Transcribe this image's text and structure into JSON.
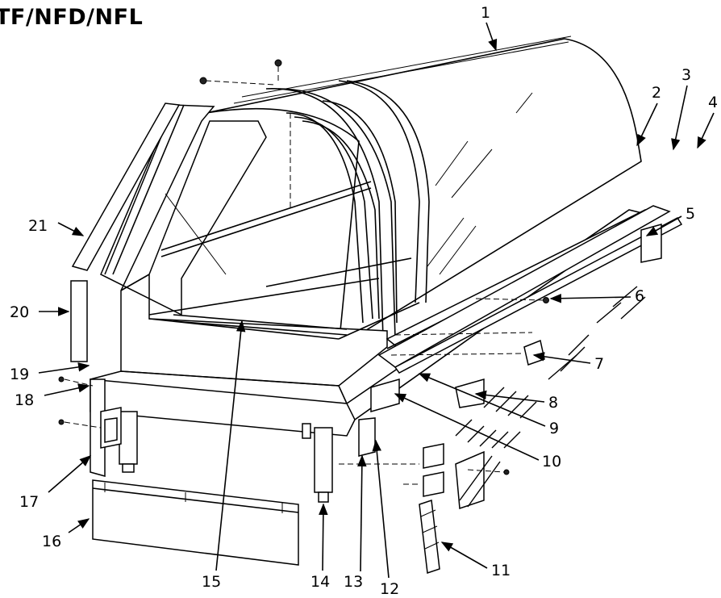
{
  "title": "TF/NFD/NFL",
  "callouts": [
    "1",
    "2",
    "3",
    "4",
    "5",
    "6",
    "7",
    "8",
    "9",
    "10",
    "11",
    "12",
    "13",
    "14",
    "15",
    "16",
    "17",
    "18",
    "19",
    "20",
    "21"
  ]
}
